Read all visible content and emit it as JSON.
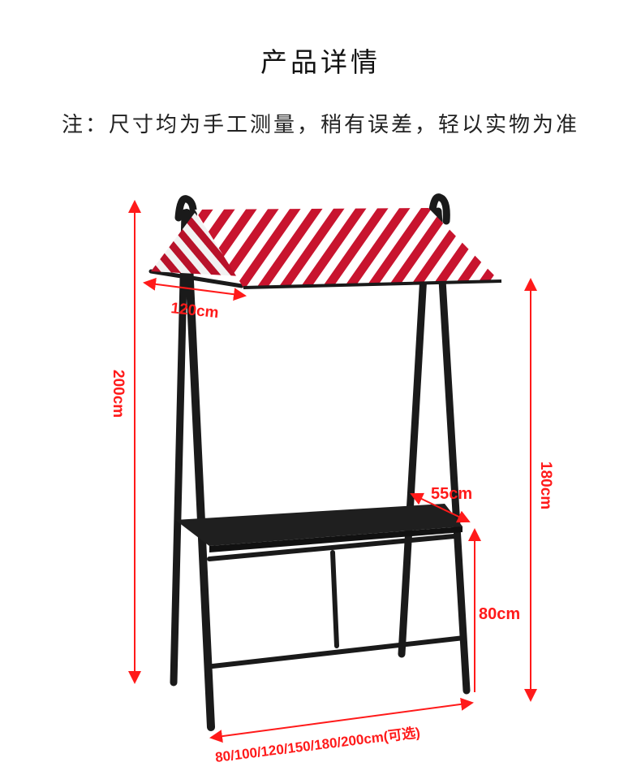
{
  "header": {
    "title": "产品详情",
    "note": "注：尺寸均为手工测量，稍有误差，轻以实物为准"
  },
  "product": {
    "name": "striped-awning-market-stall-rack",
    "colors": {
      "frame": "#1a1a1a",
      "stripe_red": "#c8142e",
      "stripe_white": "#ffffff",
      "dimension": "#ff1a1a"
    }
  },
  "dimensions": {
    "awning_depth": "120cm",
    "total_height": "200cm",
    "shelf_depth": "55cm",
    "awning_front_height": "180cm",
    "shelf_height": "80cm",
    "width_options": "80/100/120/150/180/200cm(可选)"
  }
}
